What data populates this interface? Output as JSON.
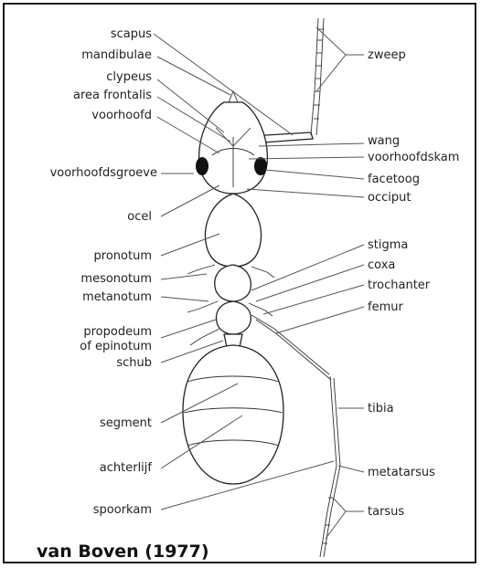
{
  "labels_left": [
    "scapus",
    "mandibulae",
    "clypeus",
    "area frontalis",
    "voorhoofd",
    "voorhoofdsgroeve",
    "ocel",
    "pronotum",
    "mesonotum",
    "metanotum",
    "propodeum",
    "of epinotum",
    "schub",
    "segment",
    "achterlijf",
    "spoorkam"
  ],
  "labels_right": [
    "zweep",
    "wang",
    "voorhoofdskam",
    "facetoog",
    "occiput",
    "stigma",
    "coxa",
    "trochanter",
    "femur",
    "tibia",
    "metatarsus",
    "tarsus"
  ],
  "credit": "van Boven (1977)"
}
